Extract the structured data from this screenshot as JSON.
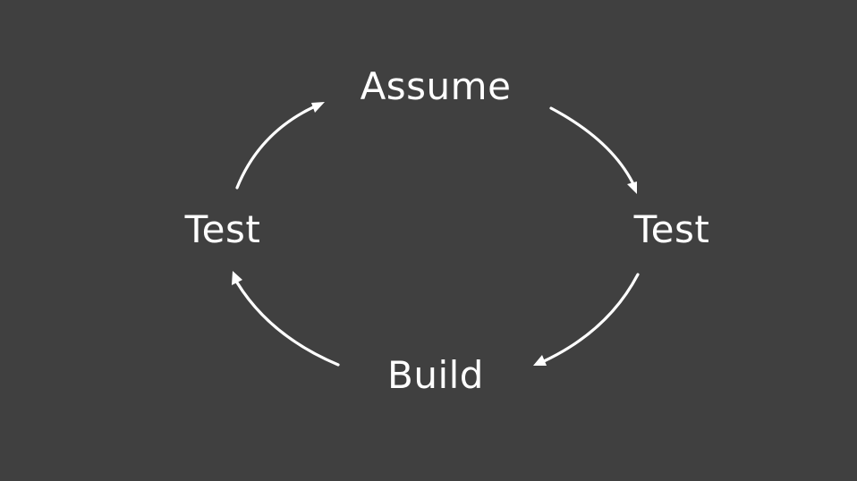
{
  "diagram": {
    "type": "cycle",
    "background_color": "#404040",
    "text_color": "#ffffff",
    "nodes": [
      {
        "id": "top",
        "label": "Assume"
      },
      {
        "id": "right",
        "label": "Test"
      },
      {
        "id": "bottom",
        "label": "Build"
      },
      {
        "id": "left",
        "label": "Test"
      }
    ],
    "edges": [
      {
        "from": "top",
        "to": "right"
      },
      {
        "from": "right",
        "to": "bottom"
      },
      {
        "from": "bottom",
        "to": "left"
      },
      {
        "from": "left",
        "to": "top"
      }
    ]
  }
}
